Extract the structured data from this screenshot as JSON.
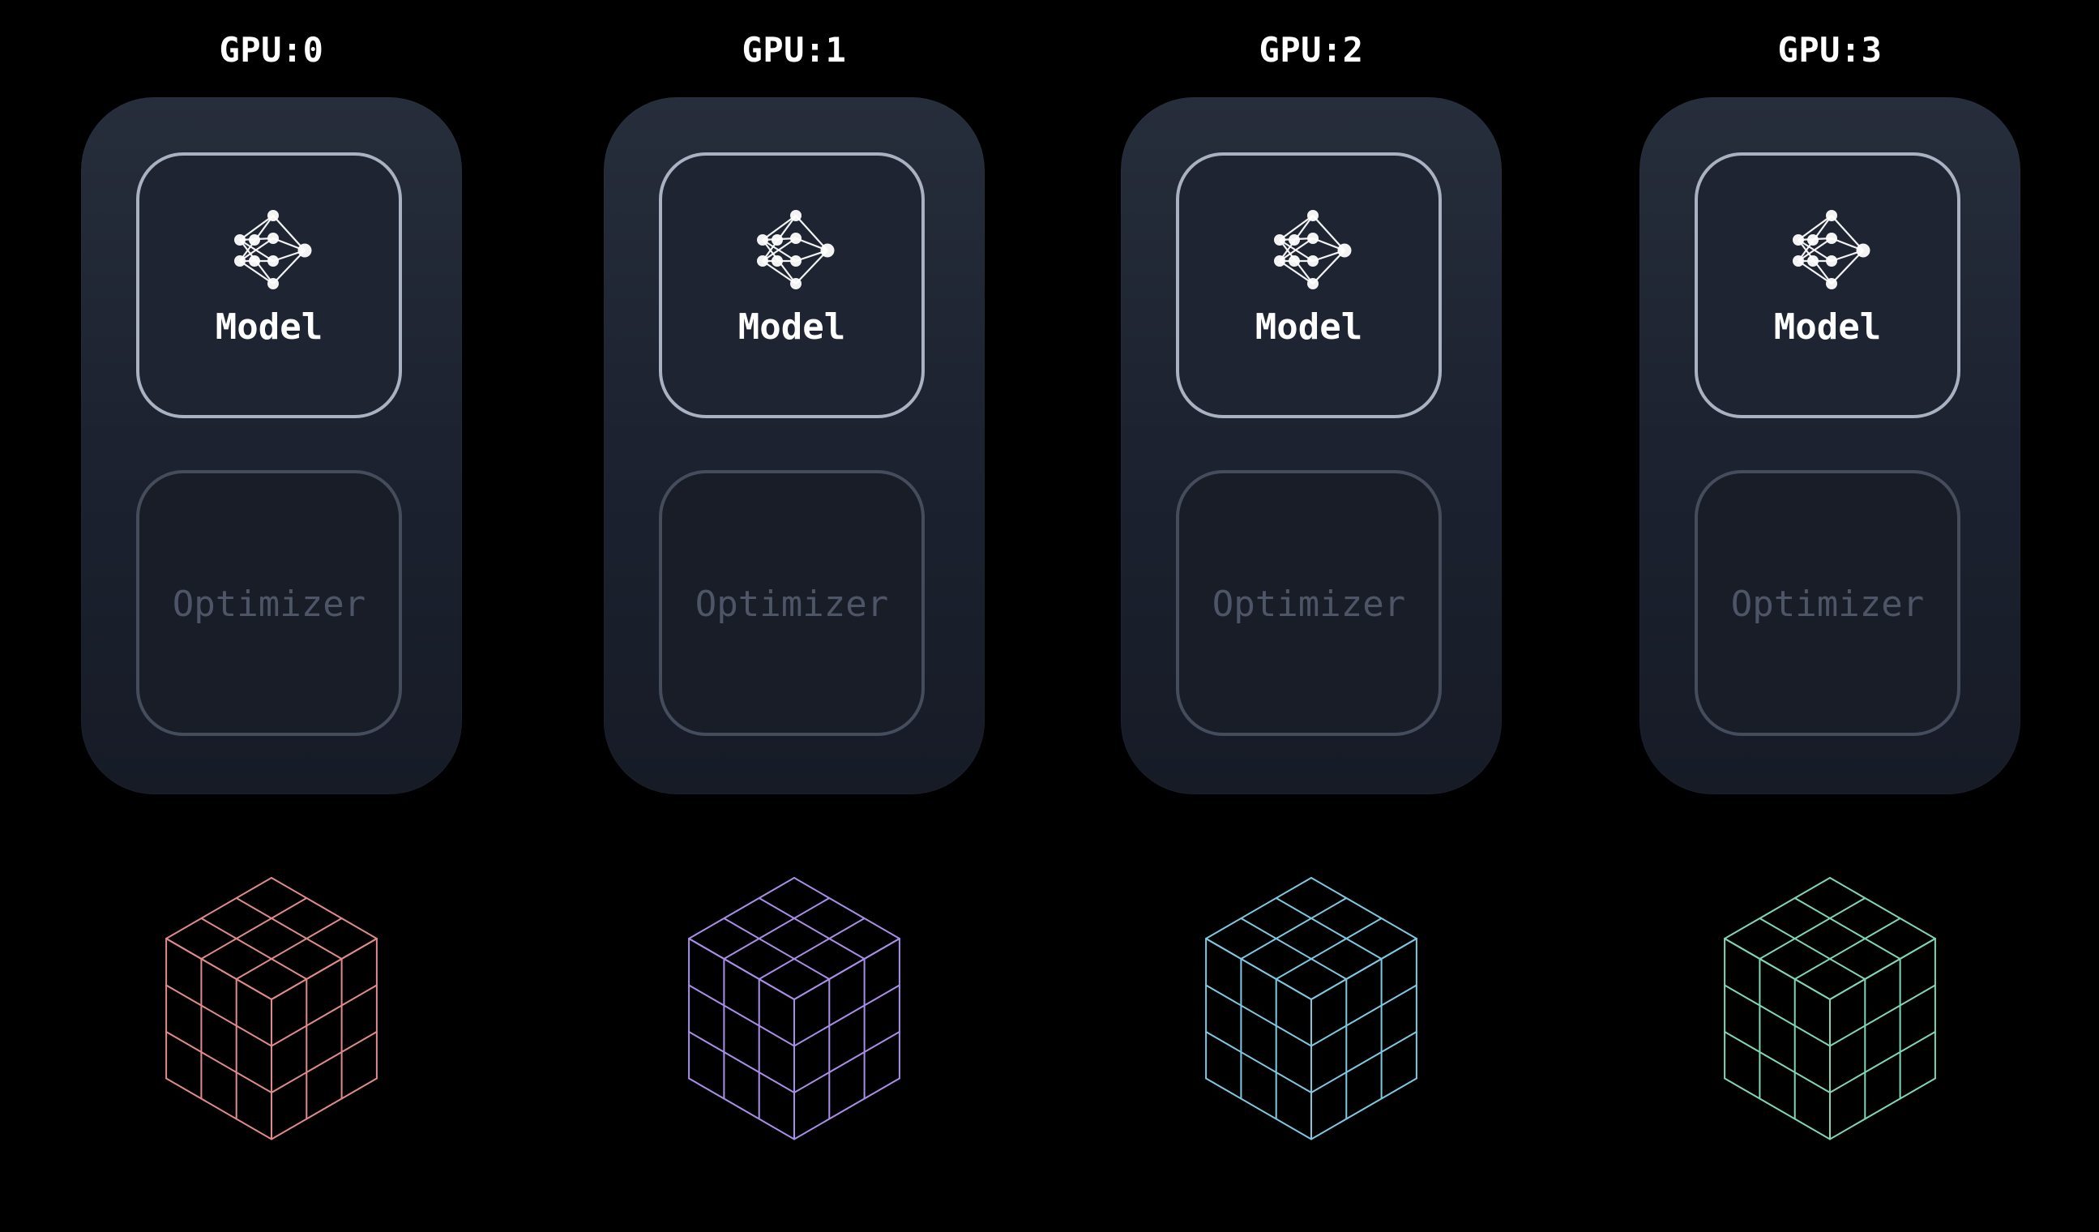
{
  "gpus": [
    {
      "label": "GPU:0",
      "model_label": "Model",
      "optimizer_label": "Optimizer",
      "cube_color": "#e08a8a"
    },
    {
      "label": "GPU:1",
      "model_label": "Model",
      "optimizer_label": "Optimizer",
      "cube_color": "#a88ee8"
    },
    {
      "label": "GPU:2",
      "model_label": "Model",
      "optimizer_label": "Optimizer",
      "cube_color": "#7ec8e0"
    },
    {
      "label": "GPU:3",
      "model_label": "Model",
      "optimizer_label": "Optimizer",
      "cube_color": "#7fd6b4"
    }
  ],
  "icons": {
    "model": "neural-network-icon",
    "data": "data-cube-icon"
  },
  "colors": {
    "background": "#000000",
    "card": "#1f2532",
    "model_border": "#a9b2c3",
    "optimizer_border": "#454d5d",
    "optimizer_text": "#4d5566"
  }
}
